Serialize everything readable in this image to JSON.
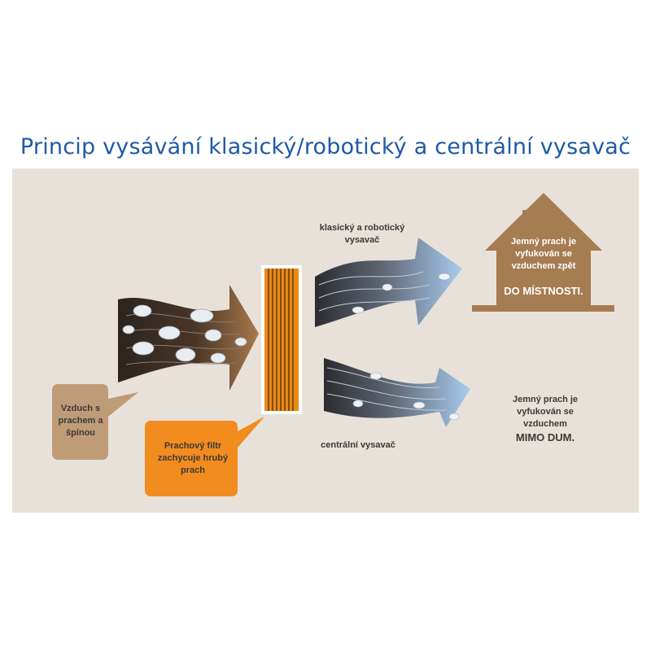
{
  "title": "Princip vysávání klasický/robotický a centrální vysavač",
  "colors": {
    "title": "#1f5aa6",
    "panel": "#e8e1da",
    "brown": "#a67c52",
    "orange": "#f28c1e"
  },
  "labels": {
    "top_flow": "klasický a robotický vysavač",
    "bottom_flow": "centrální vysavač",
    "dirty_air": "Vzduch s prachem a špínou",
    "filter": "Prachový filtr zachycuje hrubý prach",
    "house_text": "Jemný prach je vyfukován se vzduchem zpět",
    "house_emph": "DO MÍSTNOSTI.",
    "outside_text": "Jemný prach je vyfukován se vzduchem",
    "outside_emph": "MIMO DUM."
  }
}
